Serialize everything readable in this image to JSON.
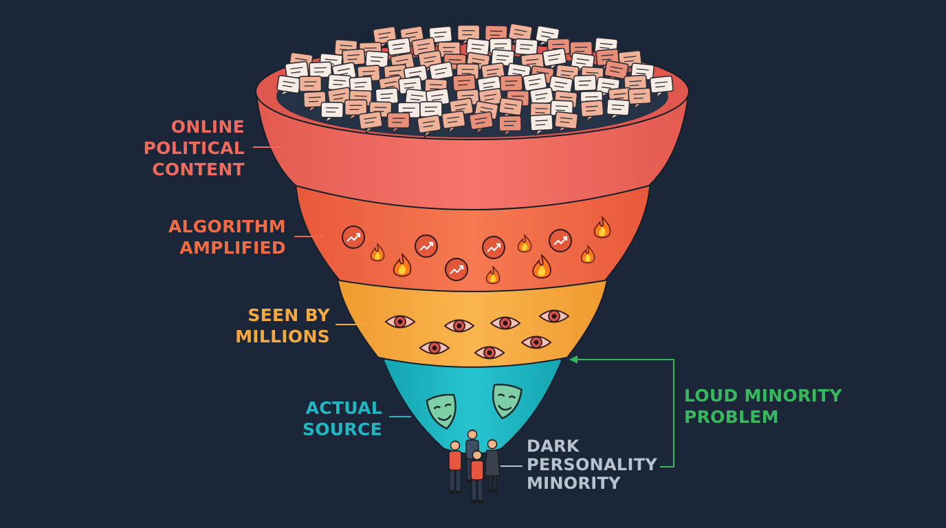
{
  "colors": {
    "background": "#1b2638",
    "content": "#f06a5e",
    "algorithm": "#f26b43",
    "seen": "#f6a93f",
    "source": "#1db8c4",
    "minority_text": "#b9c2cf",
    "loud": "#35b85e",
    "bubble_light": "#f6ece3",
    "bubble_peach": "#f0b199",
    "bubble_salmon": "#e78f78"
  },
  "labels": {
    "online_political_content": [
      "ONLINE",
      "POLITICAL",
      "CONTENT"
    ],
    "algorithm_amplified": [
      "ALGORITHM",
      "AMPLIFIED"
    ],
    "seen_by_millions": [
      "SEEN BY",
      "MILLIONS"
    ],
    "actual_source": [
      "ACTUAL",
      "SOURCE"
    ],
    "dark_personality_minority": [
      "DARK",
      "PERSONALITY",
      "MINORITY"
    ],
    "loud_minority_problem": [
      "LOUD MINORITY",
      "PROBLEM"
    ]
  },
  "icons": {
    "content": "speech-bubble-icon",
    "algorithm_trend": "trending-up-icon",
    "algorithm_fire": "fire-icon",
    "seen": "eye-icon",
    "source": "theater-mask-icon",
    "people": "person-icon"
  }
}
